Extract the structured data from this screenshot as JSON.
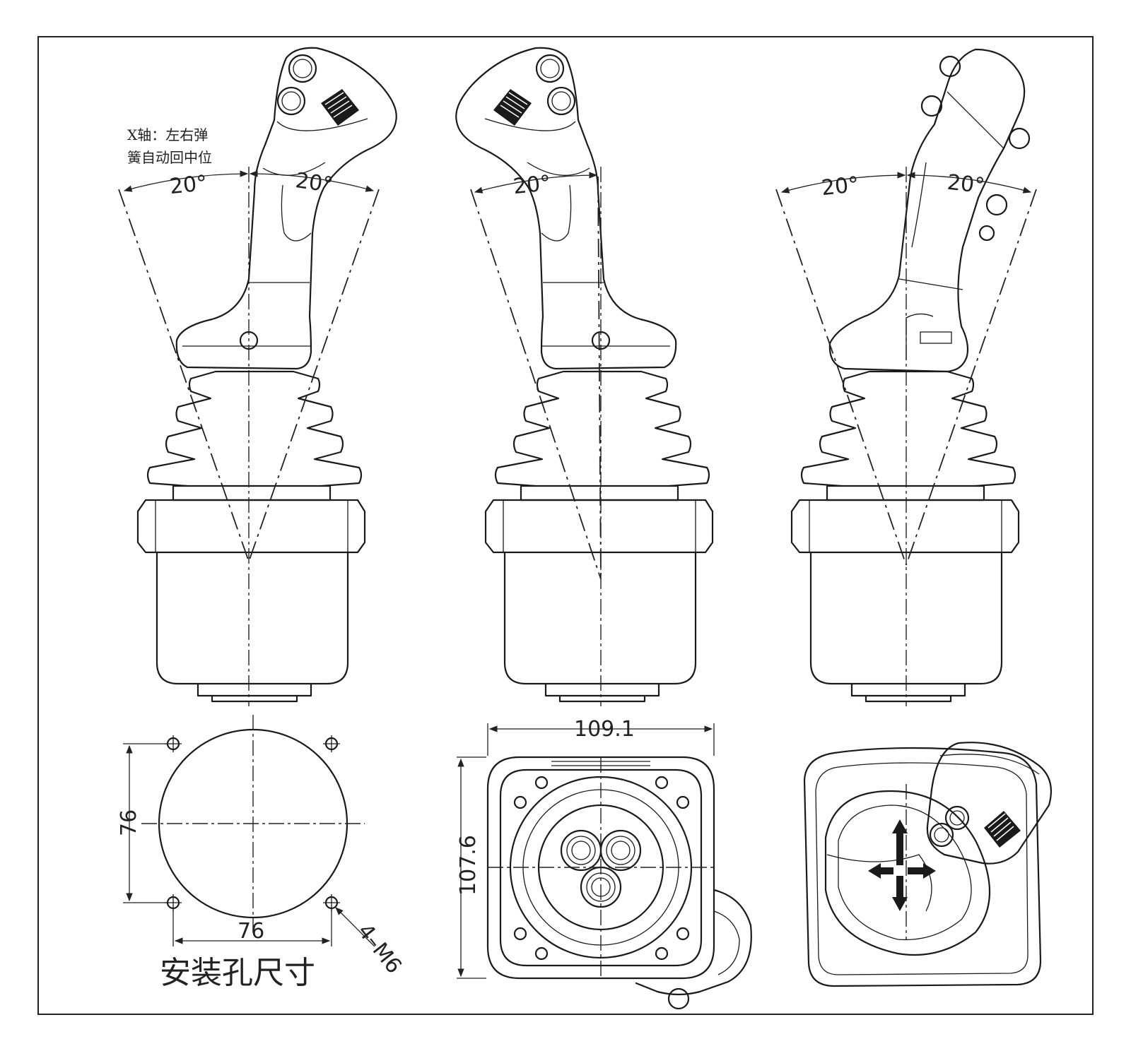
{
  "annotations": {
    "x_axis_note_line1": "X轴：左右弹",
    "x_axis_note_line2": "簧自动回中位",
    "angle_left": "20°",
    "angle_right": "20°",
    "dim_width_top": "109.1",
    "dim_height": "107.6",
    "dim_mount_v": "76",
    "dim_mount_h": "76",
    "thread_spec": "4–M6",
    "mounting_title": "安装孔尺寸"
  }
}
